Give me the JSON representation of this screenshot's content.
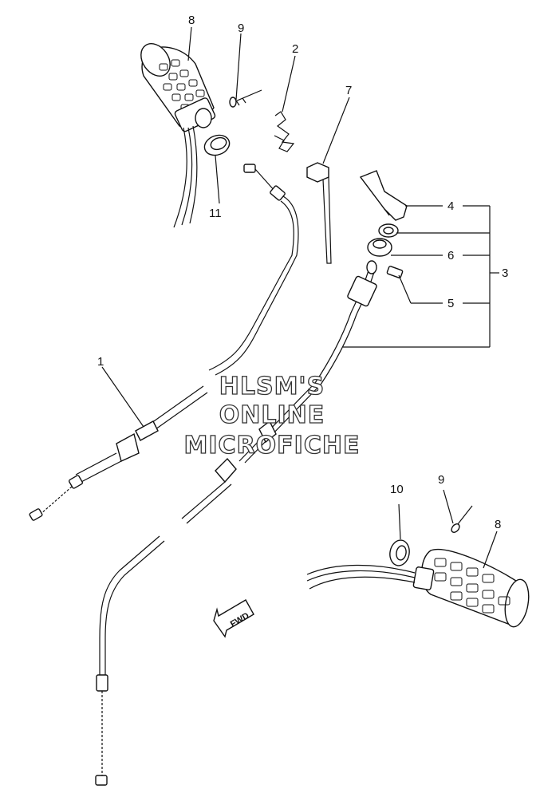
{
  "watermark": {
    "line1": "HLSM'S",
    "line2": "ONLINE",
    "line3": "MICROFICHE"
  },
  "direction_label": "FWD",
  "callouts": {
    "c1": "1",
    "c2": "2",
    "c3": "3",
    "c4": "4",
    "c5": "5",
    "c6": "6",
    "c7": "7",
    "c8_left": "8",
    "c8_right": "8",
    "c9_left": "9",
    "c9_right": "9",
    "c10": "10",
    "c11": "11"
  }
}
